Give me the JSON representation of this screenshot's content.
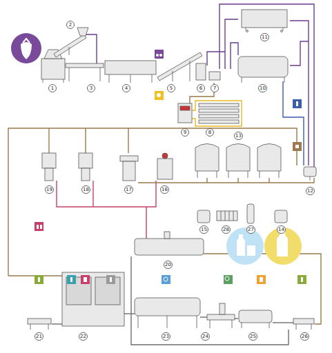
{
  "diagram": {
    "labels": [
      "1",
      "2",
      "3",
      "4",
      "5",
      "6",
      "7",
      "8",
      "9",
      "10",
      "11",
      "12",
      "13",
      "14",
      "15",
      "16",
      "17",
      "18",
      "19",
      "20",
      "21",
      "22",
      "23",
      "24",
      "25",
      "26",
      "27",
      "28"
    ]
  }
}
